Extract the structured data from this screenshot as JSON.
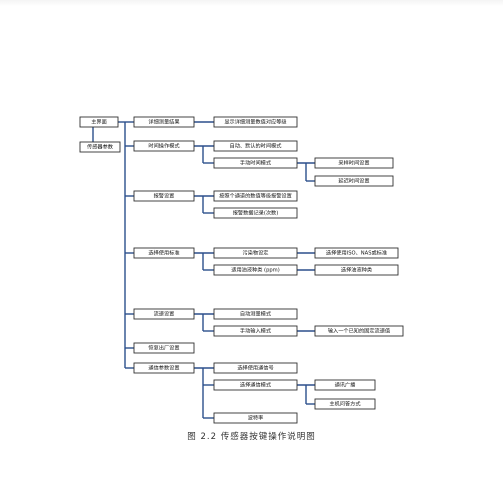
{
  "nodes": {
    "main": "主界面",
    "sensor_params": "传感器参数",
    "query_record": "详细测量结果",
    "query_record_sub": "显示详细测量数值对应等级",
    "time_mode": "时间操作模式",
    "time_auto": "自动、默认的时间模式",
    "time_manual": "手动时间模式",
    "time_set_cycle": "采样时间设置",
    "time_set_delay": "延迟时间设置",
    "alarm": "报警设置",
    "alarm_threshold": "按照个通道的数值等级报警设置",
    "alarm_record": "报警数据记录(次数)",
    "standard": "选择使用标准",
    "standard_pollutant": "污染物设定",
    "standard_choose": "选择使用ISO、NAS或标准",
    "standard_oil": "适用油液种类 (ppm)",
    "standard_oil_choose": "选择油液种类",
    "flow": "流速设置",
    "flow_auto": "自动测量模式",
    "flow_manual": "手动输入模式",
    "flow_manual_input": "输入一个已知的固定流速值",
    "factory_reset": "恢复出厂设置",
    "comm": "通信参数设置",
    "comm_address": "选择使用通信号",
    "comm_mode": "选择通信模式",
    "comm_broadcast": "通讯广播",
    "comm_master_slave": "主机问答方式",
    "comm_baud": "波特率"
  },
  "caption": "图 2.2  传感器按键操作说明图",
  "colors": {
    "connector": "#2b4f8c",
    "box_border": "#303030",
    "text": "#111111"
  }
}
